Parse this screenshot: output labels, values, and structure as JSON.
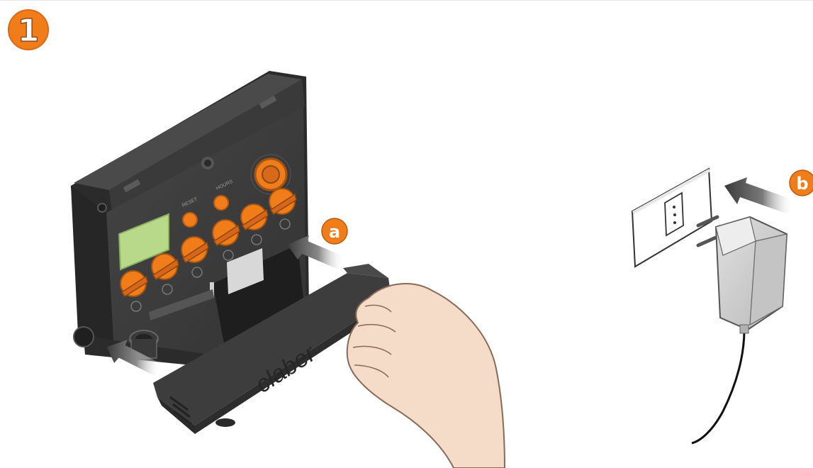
{
  "step_number": "1",
  "callouts": {
    "a": "a",
    "b": "b"
  },
  "controller": {
    "reset_label": "RESET",
    "hours_label": "HOURS",
    "brand": "claber"
  },
  "colors": {
    "accent_orange": "#f07c1a",
    "device_dark": "#3d3d3d",
    "arrow_grey": "#5a5a5a",
    "skin": "#f4dcc8"
  }
}
